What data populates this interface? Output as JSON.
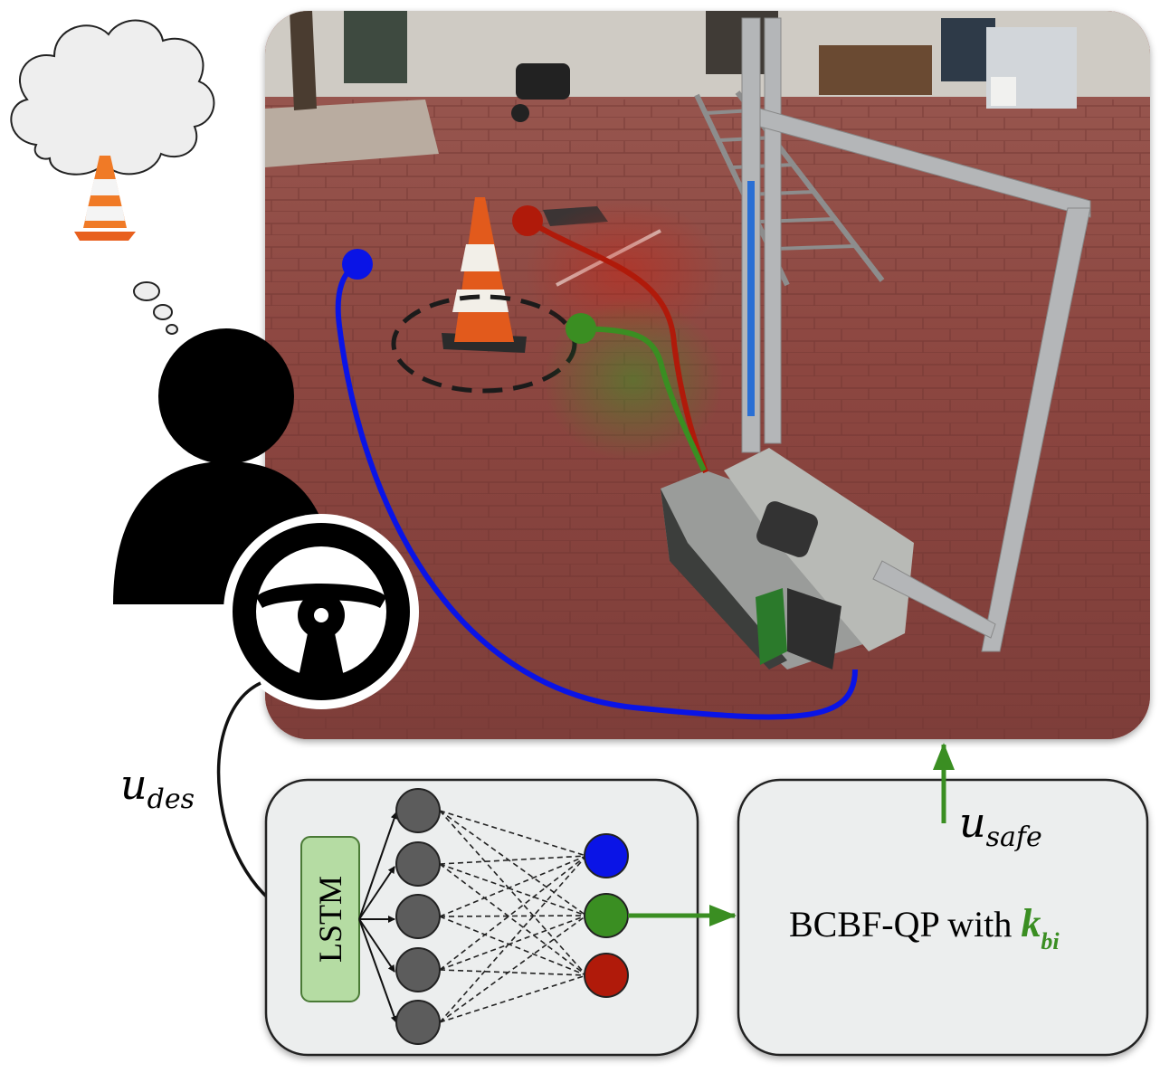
{
  "labels": {
    "u_des_base": "u",
    "u_des_sub": "des",
    "u_safe_base": "u",
    "u_safe_sub": "safe",
    "lstm": "LSTM",
    "qp_text": "BCBF-QP with ",
    "qp_k": "k",
    "qp_k_sub": "bi"
  },
  "colors": {
    "blue_path": "#0a14e6",
    "red_path": "#b01a0a",
    "green_path": "#3a8e22",
    "box_fill": "#eceeee",
    "lstm_fill": "#b5dca3",
    "neuron_fill": "#5c5c5c",
    "qp_k_color": "#3a8e22",
    "brick": "#8e4a44"
  },
  "icons": [
    "thought-cloud-icon",
    "traffic-cone-icon",
    "person-icon",
    "steering-wheel-icon"
  ]
}
